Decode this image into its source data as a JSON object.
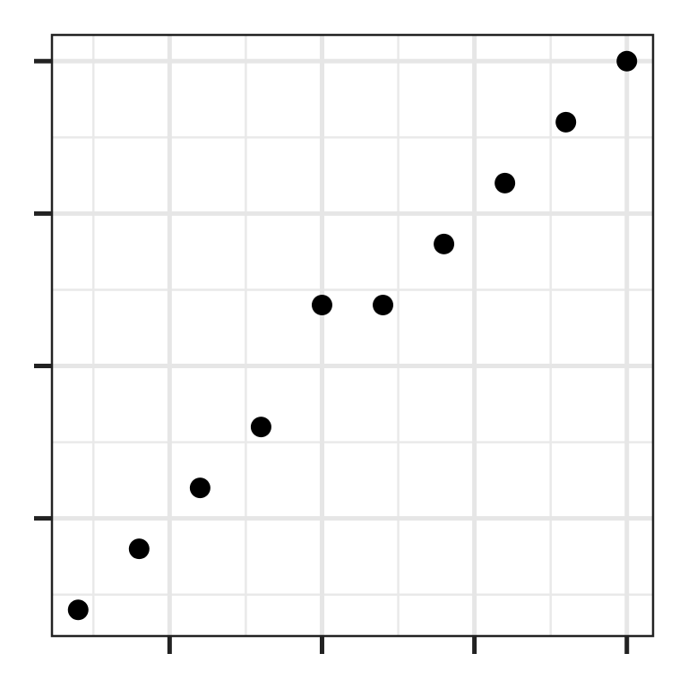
{
  "colors": {
    "background": "#ffffff",
    "panel_border": "#222222",
    "grid_major": "#e6e6e6",
    "grid_minor": "#e9e9e9",
    "ticks": "#222222",
    "points": "#000000"
  },
  "chart_data": {
    "type": "scatter",
    "grid": true,
    "xlim": [
      0.57,
      10.43
    ],
    "ylim": [
      0.57,
      10.43
    ],
    "x_breaks_major": [
      2.5,
      5.0,
      7.5,
      10.0
    ],
    "x_breaks_minor": [
      1.25,
      3.75,
      6.25,
      8.75
    ],
    "y_breaks_major": [
      2.5,
      5.0,
      7.5,
      10.0
    ],
    "y_breaks_minor": [
      1.25,
      3.75,
      6.25,
      8.75
    ],
    "series": [
      {
        "x": [
          1,
          2,
          3,
          4,
          5,
          6,
          7,
          8,
          9,
          10
        ],
        "y": [
          1,
          2,
          3,
          4,
          6,
          6,
          7,
          8,
          9,
          10
        ]
      }
    ]
  }
}
